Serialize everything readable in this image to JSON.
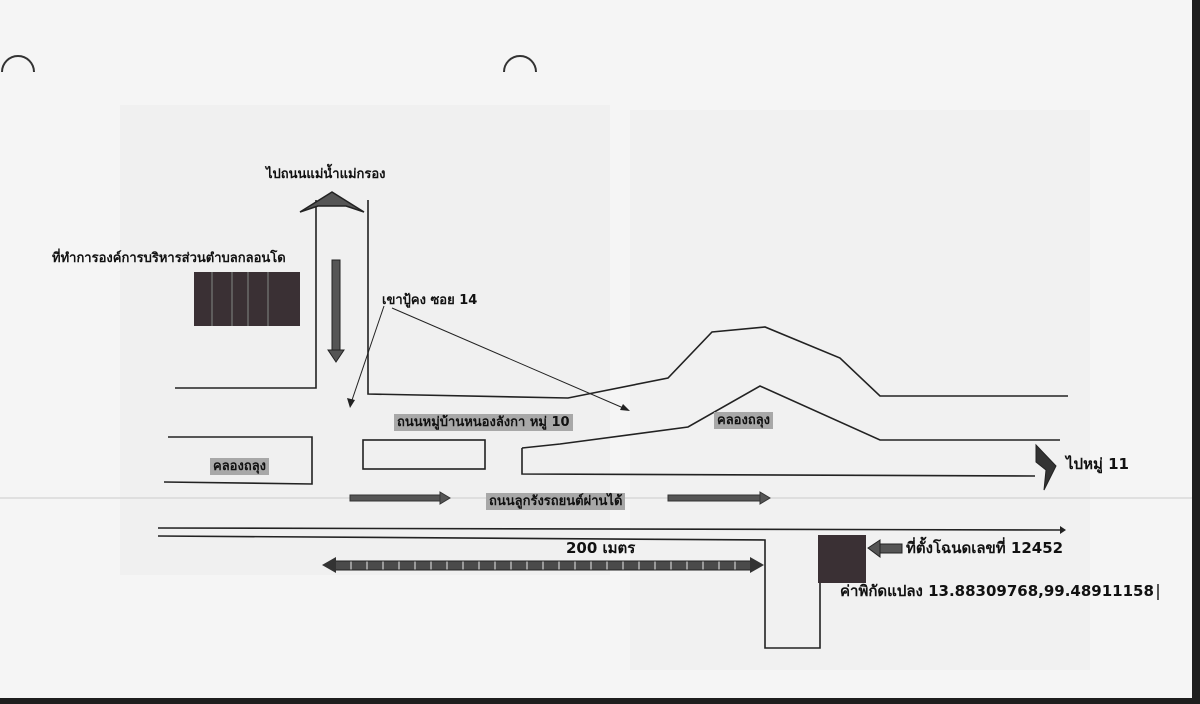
{
  "labels": {
    "to_mae_nam_mae_klong_road": "ไปถนนแม่น้ำแม่กรอง",
    "sao_office": "ที่ทำการองค์การบริหารส่วนตำบลกลอนโด",
    "khao_pu_kha_soi": "เขาปู้คง ซอย 14",
    "village_road_moo10": "ถนนหมู่บ้านหนองลังกา หมู่ 10",
    "canal_left": "คลองถลุง",
    "canal_right": "คลองถลุง",
    "to_moo11": "ไปหมู่ 11",
    "paved_road": "ถนนลูกรังรถยนต์ผ่านได้",
    "distance": "200 เมตร",
    "deed_location": "ที่ตั้งโฉนดเลขที่ 12452",
    "coordinates": "ค่าพิกัดแปลง 13.88309768,99.48911158"
  },
  "colors": {
    "paper": "#f5f5f5",
    "ink": "#1a1a1a",
    "label_shade": "#a8a8a8",
    "building": "#3a3034",
    "arrow_fill": "#555555"
  }
}
